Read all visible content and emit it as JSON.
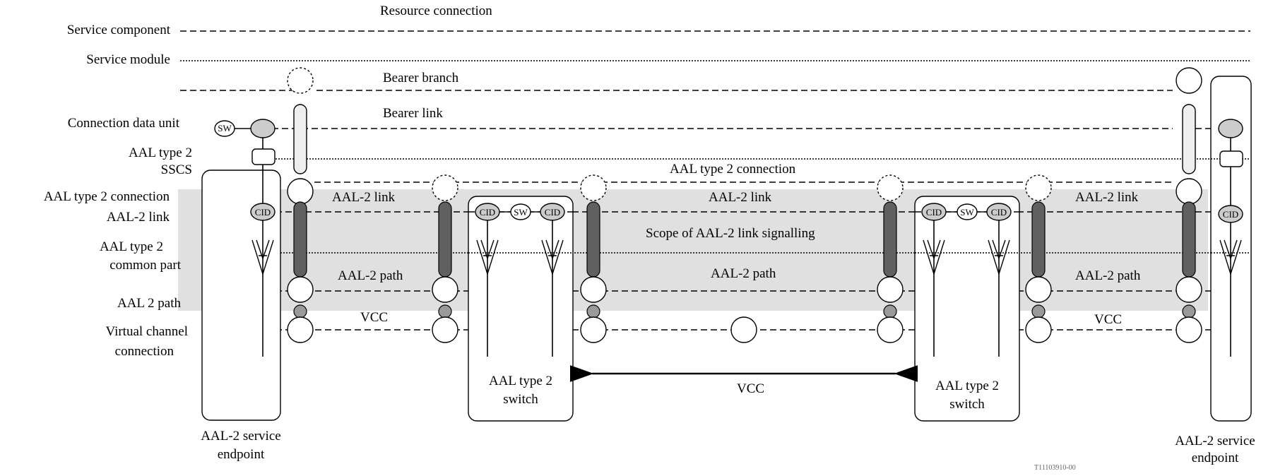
{
  "layers": {
    "resource_connection": "Resource connection",
    "service_component": "Service component",
    "service_module": "Service module",
    "connection_data_unit": "Connection data unit",
    "aal2_sscs_1": "AAL type 2",
    "aal2_sscs_2": "SSCS",
    "aal2_connection": "AAL type 2 connection",
    "aal2_link": "AAL-2 link",
    "common_part_1": "AAL type 2",
    "common_part_2": "common part",
    "aal2_path": "AAL 2 path",
    "vcc_1": "Virtual channel",
    "vcc_2": "connection"
  },
  "lines": {
    "bearer_branch": "Bearer branch",
    "bearer_link": "Bearer link",
    "aal2_connection": "AAL type 2 connection",
    "aal2_link": "AAL-2 link",
    "scope": "Scope of AAL-2 link signalling",
    "aal2_path": "AAL-2 path",
    "vcc": "VCC"
  },
  "nodes": {
    "sw": "SW",
    "cid": "CID"
  },
  "boxes": {
    "endpoint_1": "AAL-2 service",
    "endpoint_2": "endpoint",
    "switch_1": "AAL type 2",
    "switch_2": "switch"
  },
  "figure_id": "T11103910-00",
  "colors": {
    "scope_band": "#e0e0e0",
    "bar_dark": "#606060",
    "bar_light": "#eeeeee",
    "node_fill": "#cccccc",
    "small_node": "#9a9a9a"
  }
}
